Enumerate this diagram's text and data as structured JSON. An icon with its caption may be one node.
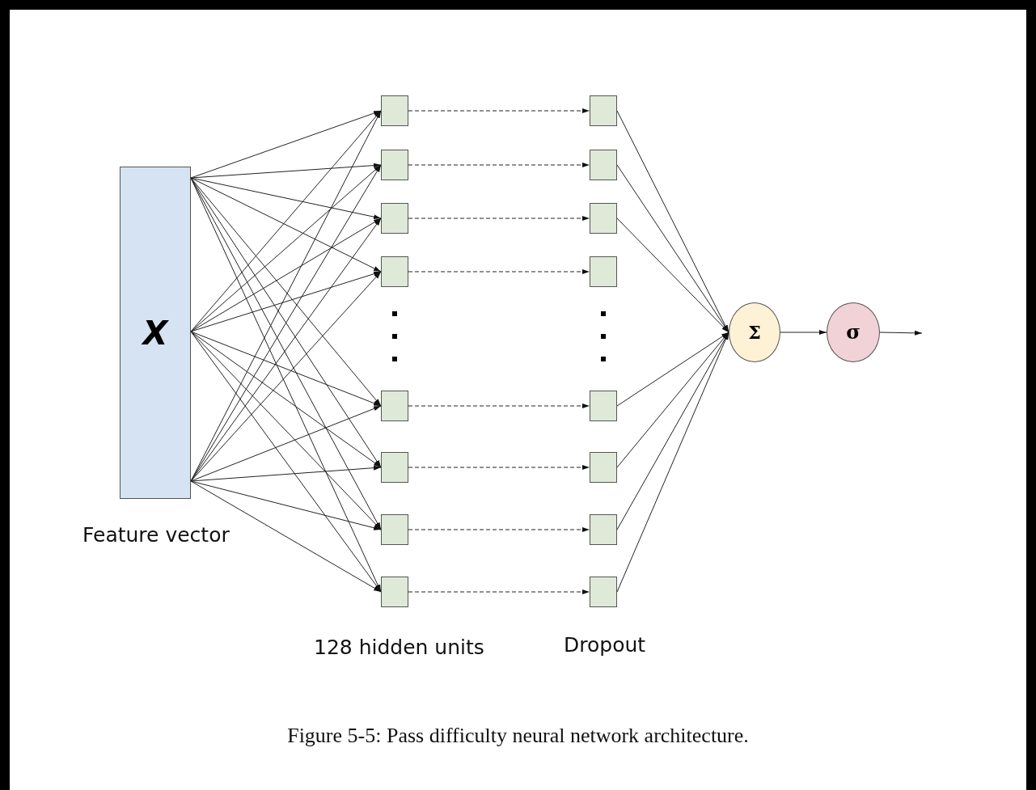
{
  "diagram": {
    "caption": "Figure 5-5: Pass difficulty neural network architecture.",
    "nodes": [
      {
        "text": [
          "X"
        ],
        "beside": [
          "Feature vector"
        ]
      },
      {
        "text": [],
        "shape": "box"
      },
      {
        "text": [],
        "shape": "box"
      },
      {
        "text": [],
        "shape": "box"
      },
      {
        "text": [],
        "shape": "box"
      },
      {
        "text": [],
        "shape": "box"
      },
      {
        "text": [],
        "shape": "box"
      },
      {
        "text": [],
        "shape": "box"
      },
      {
        "text": [],
        "shape": "box"
      },
      {
        "text": [],
        "shape": "box"
      },
      {
        "text": [],
        "shape": "box"
      },
      {
        "text": [],
        "shape": "box"
      },
      {
        "text": [],
        "shape": "box"
      },
      {
        "text": [],
        "shape": "box"
      },
      {
        "text": [],
        "shape": "box"
      },
      {
        "text": [],
        "shape": "box"
      },
      {
        "text": [],
        "shape": "box"
      },
      {
        "text": [
          "Σ"
        ]
      },
      {
        "text": [
          "σ"
        ]
      }
    ],
    "edges": [
      {
        "from": 0,
        "to": 1,
        "arrow": "to"
      },
      {
        "from": 0,
        "to": 2,
        "arrow": "to"
      },
      {
        "from": 0,
        "to": 3,
        "arrow": "to"
      },
      {
        "from": 0,
        "to": 4,
        "arrow": "to"
      },
      {
        "from": 0,
        "to": 5,
        "arrow": "to"
      },
      {
        "from": 0,
        "to": 6,
        "arrow": "to"
      },
      {
        "from": 0,
        "to": 7,
        "arrow": "to"
      },
      {
        "from": 0,
        "to": 8,
        "arrow": "to"
      },
      {
        "from": 0,
        "to": 1,
        "arrow": "to"
      },
      {
        "from": 0,
        "to": 2,
        "arrow": "to"
      },
      {
        "from": 0,
        "to": 3,
        "arrow": "to"
      },
      {
        "from": 0,
        "to": 4,
        "arrow": "to"
      },
      {
        "from": 0,
        "to": 5,
        "arrow": "to"
      },
      {
        "from": 0,
        "to": 6,
        "arrow": "to"
      },
      {
        "from": 0,
        "to": 7,
        "arrow": "to"
      },
      {
        "from": 0,
        "to": 8,
        "arrow": "to"
      },
      {
        "from": 0,
        "to": 1,
        "arrow": "to"
      },
      {
        "from": 0,
        "to": 2,
        "arrow": "to"
      },
      {
        "from": 0,
        "to": 3,
        "arrow": "to"
      },
      {
        "from": 0,
        "to": 4,
        "arrow": "to"
      },
      {
        "from": 0,
        "to": 5,
        "arrow": "to"
      },
      {
        "from": 0,
        "to": 6,
        "arrow": "to"
      },
      {
        "from": 0,
        "to": 7,
        "arrow": "to"
      },
      {
        "from": 0,
        "to": 8,
        "arrow": "to"
      },
      {
        "from": 1,
        "to": 9,
        "arrow": "to",
        "style": "dashed"
      },
      {
        "from": 2,
        "to": 10,
        "arrow": "to",
        "style": "dashed"
      },
      {
        "from": 3,
        "to": 11,
        "arrow": "to",
        "style": "dashed"
      },
      {
        "from": 4,
        "to": 12,
        "arrow": "to",
        "style": "dashed"
      },
      {
        "from": 5,
        "to": 13,
        "arrow": "to",
        "style": "dashed"
      },
      {
        "from": 6,
        "to": 14,
        "arrow": "to",
        "style": "dashed"
      },
      {
        "from": 7,
        "to": 15,
        "arrow": "to",
        "style": "dashed"
      },
      {
        "from": 8,
        "to": 16,
        "arrow": "to",
        "style": "dashed"
      },
      {
        "from": 9,
        "to": 17,
        "arrow": "to"
      },
      {
        "from": 10,
        "to": 17,
        "arrow": "to"
      },
      {
        "from": 11,
        "to": 17,
        "arrow": "to"
      },
      {
        "from": 13,
        "to": 17,
        "arrow": "to"
      },
      {
        "from": 14,
        "to": 17,
        "arrow": "to"
      },
      {
        "from": 15,
        "to": 17,
        "arrow": "to"
      },
      {
        "from": 16,
        "to": 17,
        "arrow": "to"
      },
      {
        "from": 17,
        "to": 18,
        "arrow": "to"
      },
      {
        "from": 18,
        "to": null,
        "arrow": "to"
      }
    ],
    "labels": [
      "128 hidden units",
      "Dropout"
    ]
  }
}
